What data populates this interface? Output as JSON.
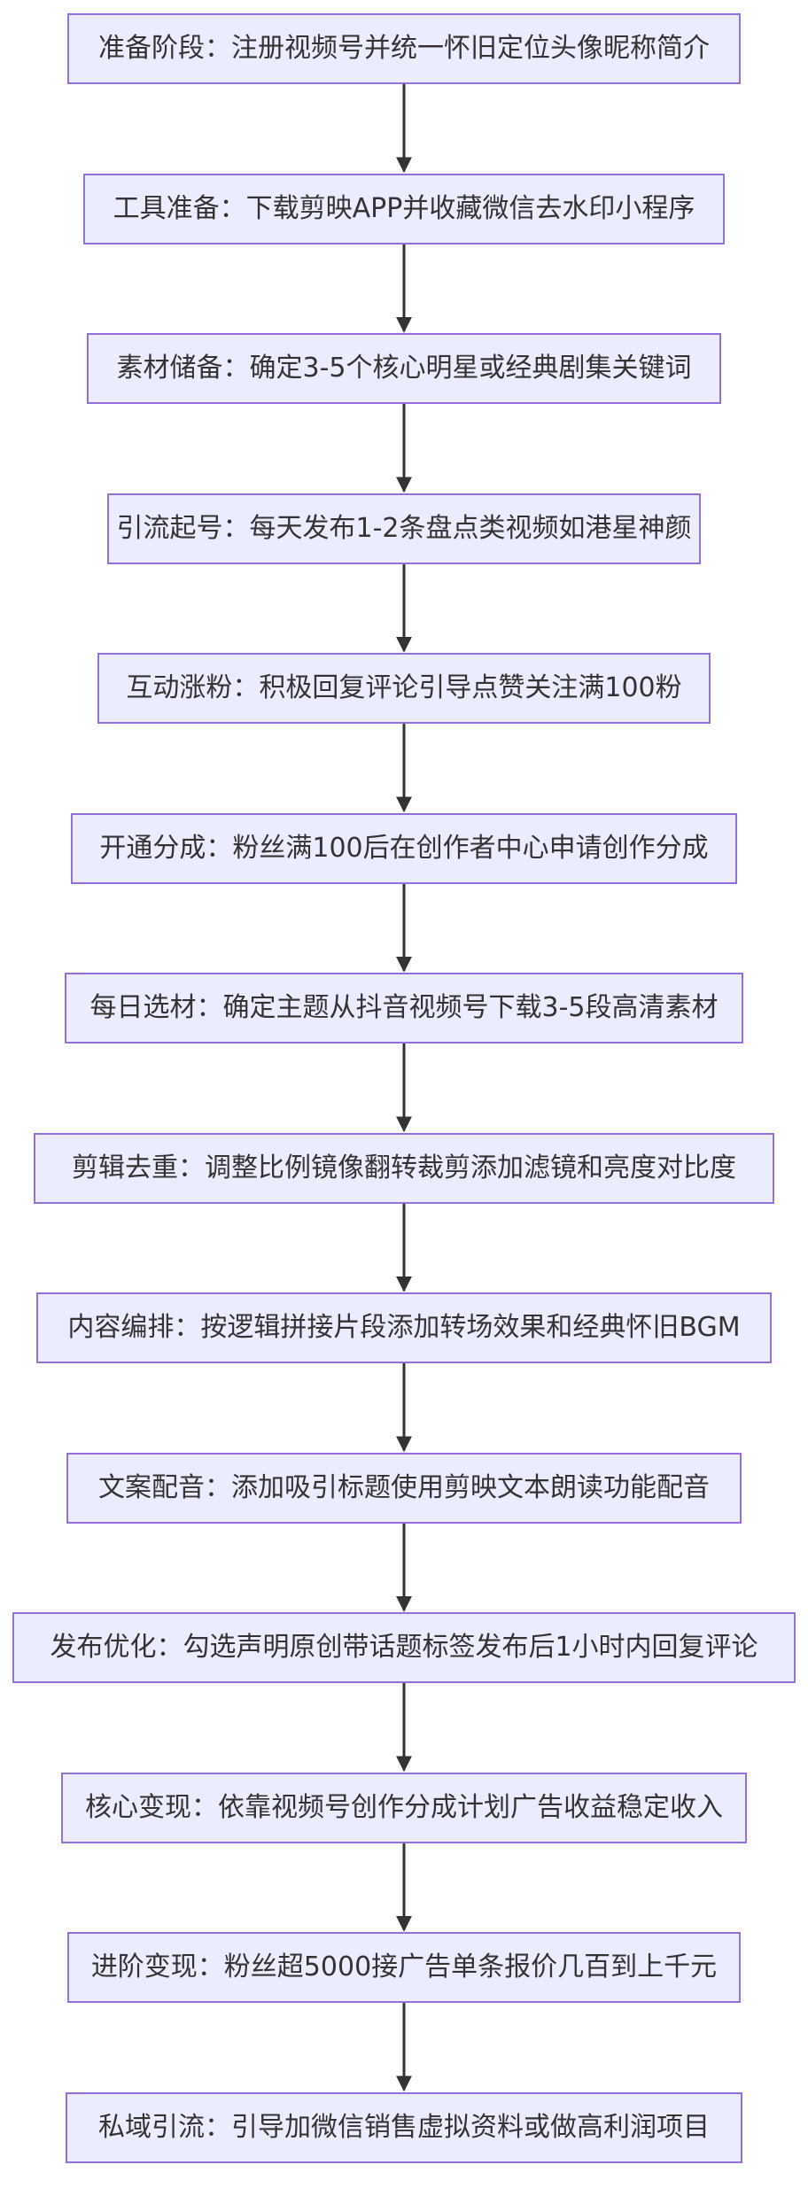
{
  "flowchart": {
    "node_fill": "#ececff",
    "node_border": "#9370db",
    "text_color": "#333333",
    "edge_color": "#333333",
    "steps": [
      {
        "label": "准备阶段：注册视频号并统一怀旧定位头像昵称简介"
      },
      {
        "label": "工具准备：下载剪映APP并收藏微信去水印小程序"
      },
      {
        "label": "素材储备：确定3-5个核心明星或经典剧集关键词"
      },
      {
        "label": "引流起号：每天发布1-2条盘点类视频如港星神颜"
      },
      {
        "label": "互动涨粉：积极回复评论引导点赞关注满100粉"
      },
      {
        "label": "开通分成：粉丝满100后在创作者中心申请创作分成"
      },
      {
        "label": "每日选材：确定主题从抖音视频号下载3-5段高清素材"
      },
      {
        "label": "剪辑去重：调整比例镜像翻转裁剪添加滤镜和亮度对比度"
      },
      {
        "label": "内容编排：按逻辑拼接片段添加转场效果和经典怀旧BGM"
      },
      {
        "label": "文案配音：添加吸引标题使用剪映文本朗读功能配音"
      },
      {
        "label": "发布优化：勾选声明原创带话题标签发布后1小时内回复评论"
      },
      {
        "label": "核心变现：依靠视频号创作分成计划广告收益稳定收入"
      },
      {
        "label": "进阶变现：粉丝超5000接广告单条报价几百到上千元"
      },
      {
        "label": "私域引流：引导加微信销售虚拟资料或做高利润项目"
      }
    ]
  }
}
